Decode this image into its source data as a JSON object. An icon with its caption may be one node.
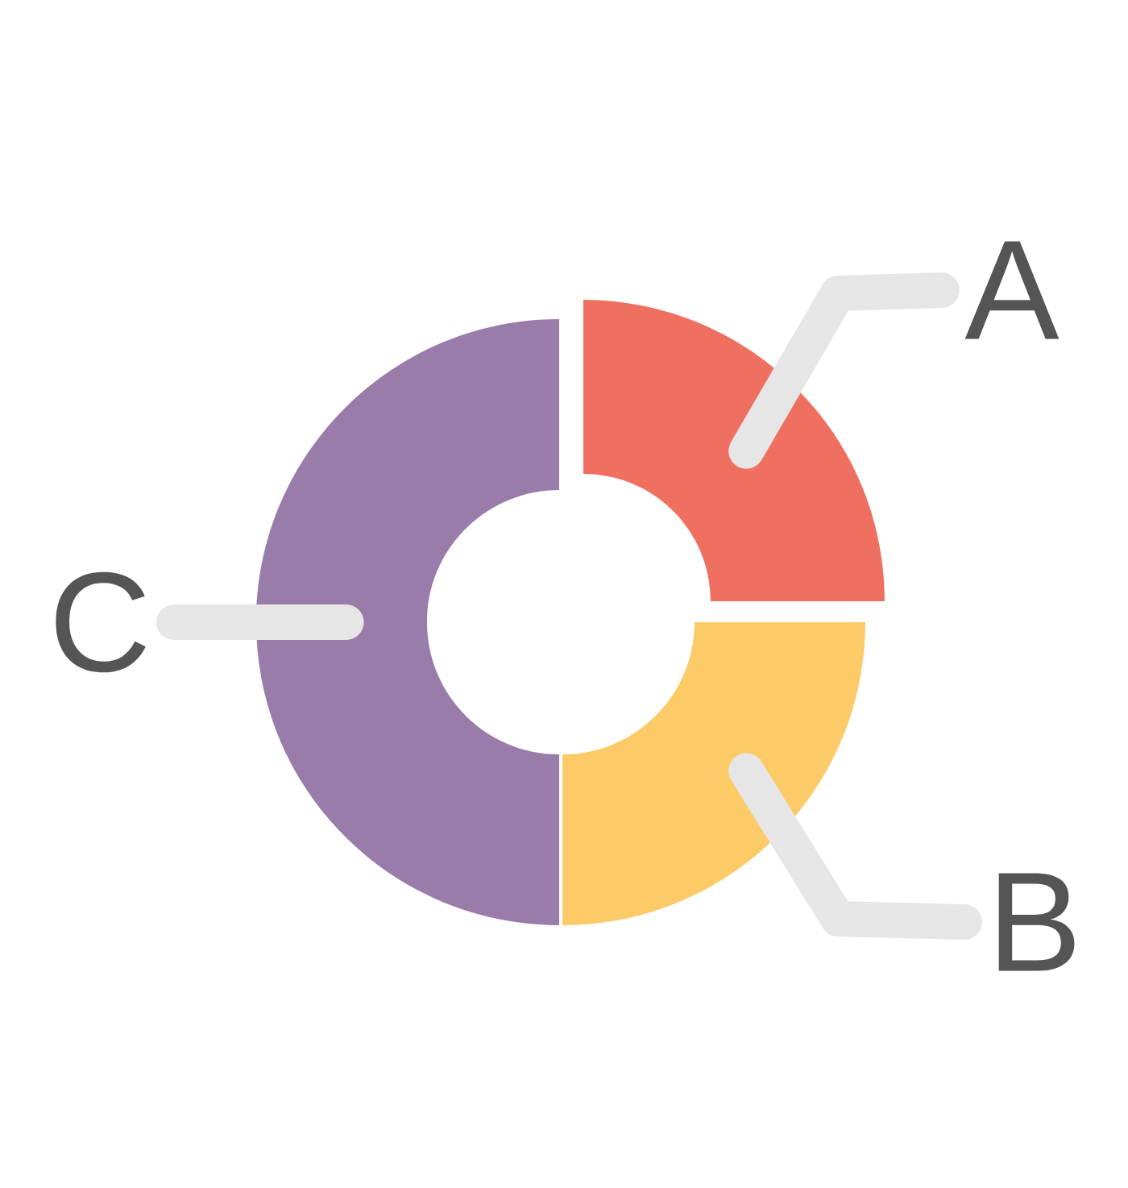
{
  "diagram": {
    "nodes": [
      {
        "text": [
          "A"
        ]
      },
      {
        "text": [
          "B"
        ]
      },
      {
        "text": [
          "C"
        ]
      },
      {
        "text": [],
        "shape": "sector"
      },
      {
        "text": [],
        "shape": "sector"
      },
      {
        "text": [],
        "shape": "sector"
      }
    ],
    "edges": [
      {
        "from": 0,
        "to": 3,
        "arrow": "none"
      },
      {
        "from": 1,
        "to": 4,
        "arrow": "none"
      },
      {
        "from": 2,
        "to": 5,
        "arrow": "none"
      }
    ]
  }
}
